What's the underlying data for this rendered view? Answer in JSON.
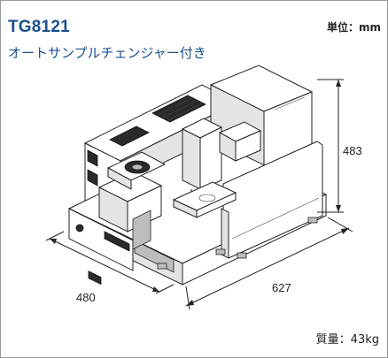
{
  "header": {
    "model": "TG8121",
    "description": "オートサンプルチェンジャー付き",
    "unit": "単位：mm"
  },
  "dimensions": {
    "height": "483",
    "width": "480",
    "depth": "627"
  },
  "footer": {
    "weight": "質量：43kg"
  }
}
